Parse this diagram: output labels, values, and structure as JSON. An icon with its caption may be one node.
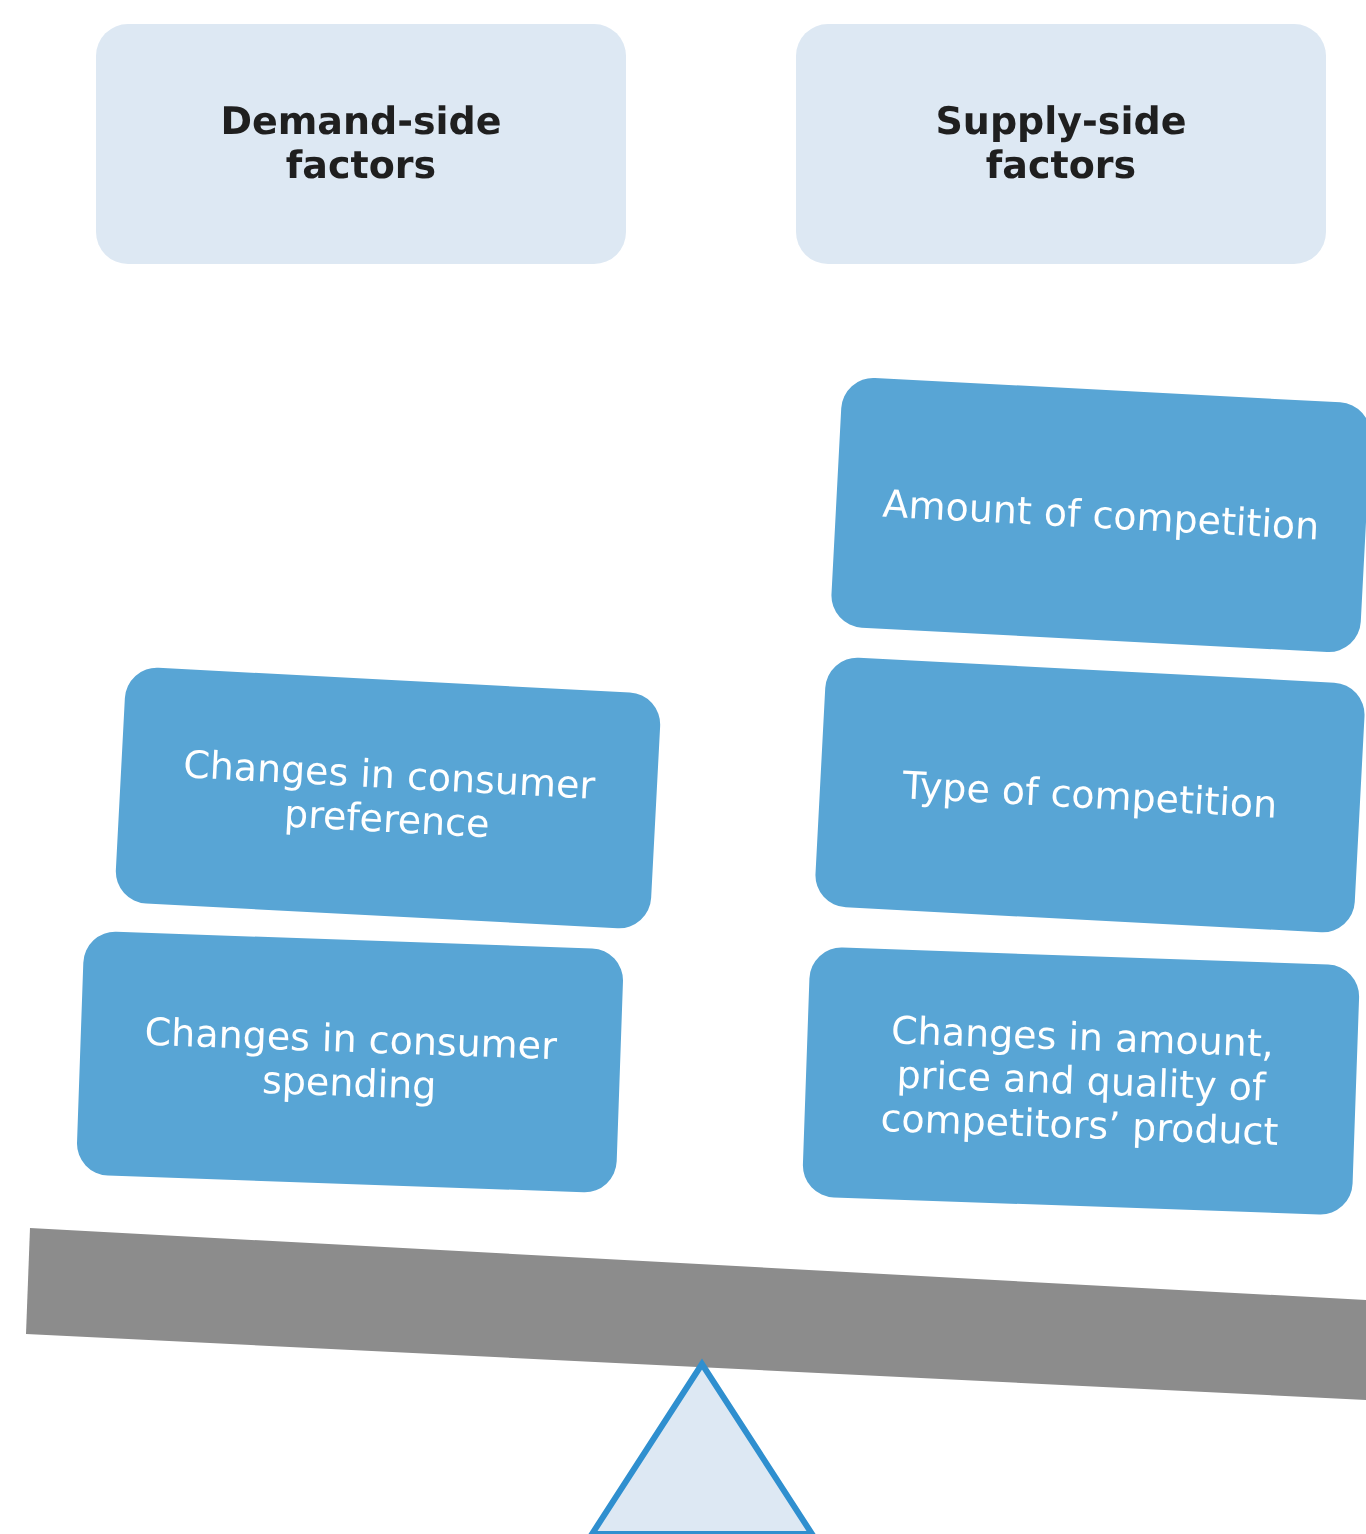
{
  "diagram": {
    "nodes": [
      {
        "text": [
          "Demand-side factors"
        ]
      },
      {
        "text": [
          "Supply-side factors"
        ]
      },
      {
        "text": [
          "Amount of competition"
        ]
      },
      {
        "text": [
          "Changes in consumer preference"
        ]
      },
      {
        "text": [
          "Type of competition"
        ]
      },
      {
        "text": [
          "Changes in consumer spending"
        ]
      },
      {
        "text": [
          "Changes in amount, price and quality of competitors’ product"
        ]
      }
    ],
    "edges": []
  }
}
